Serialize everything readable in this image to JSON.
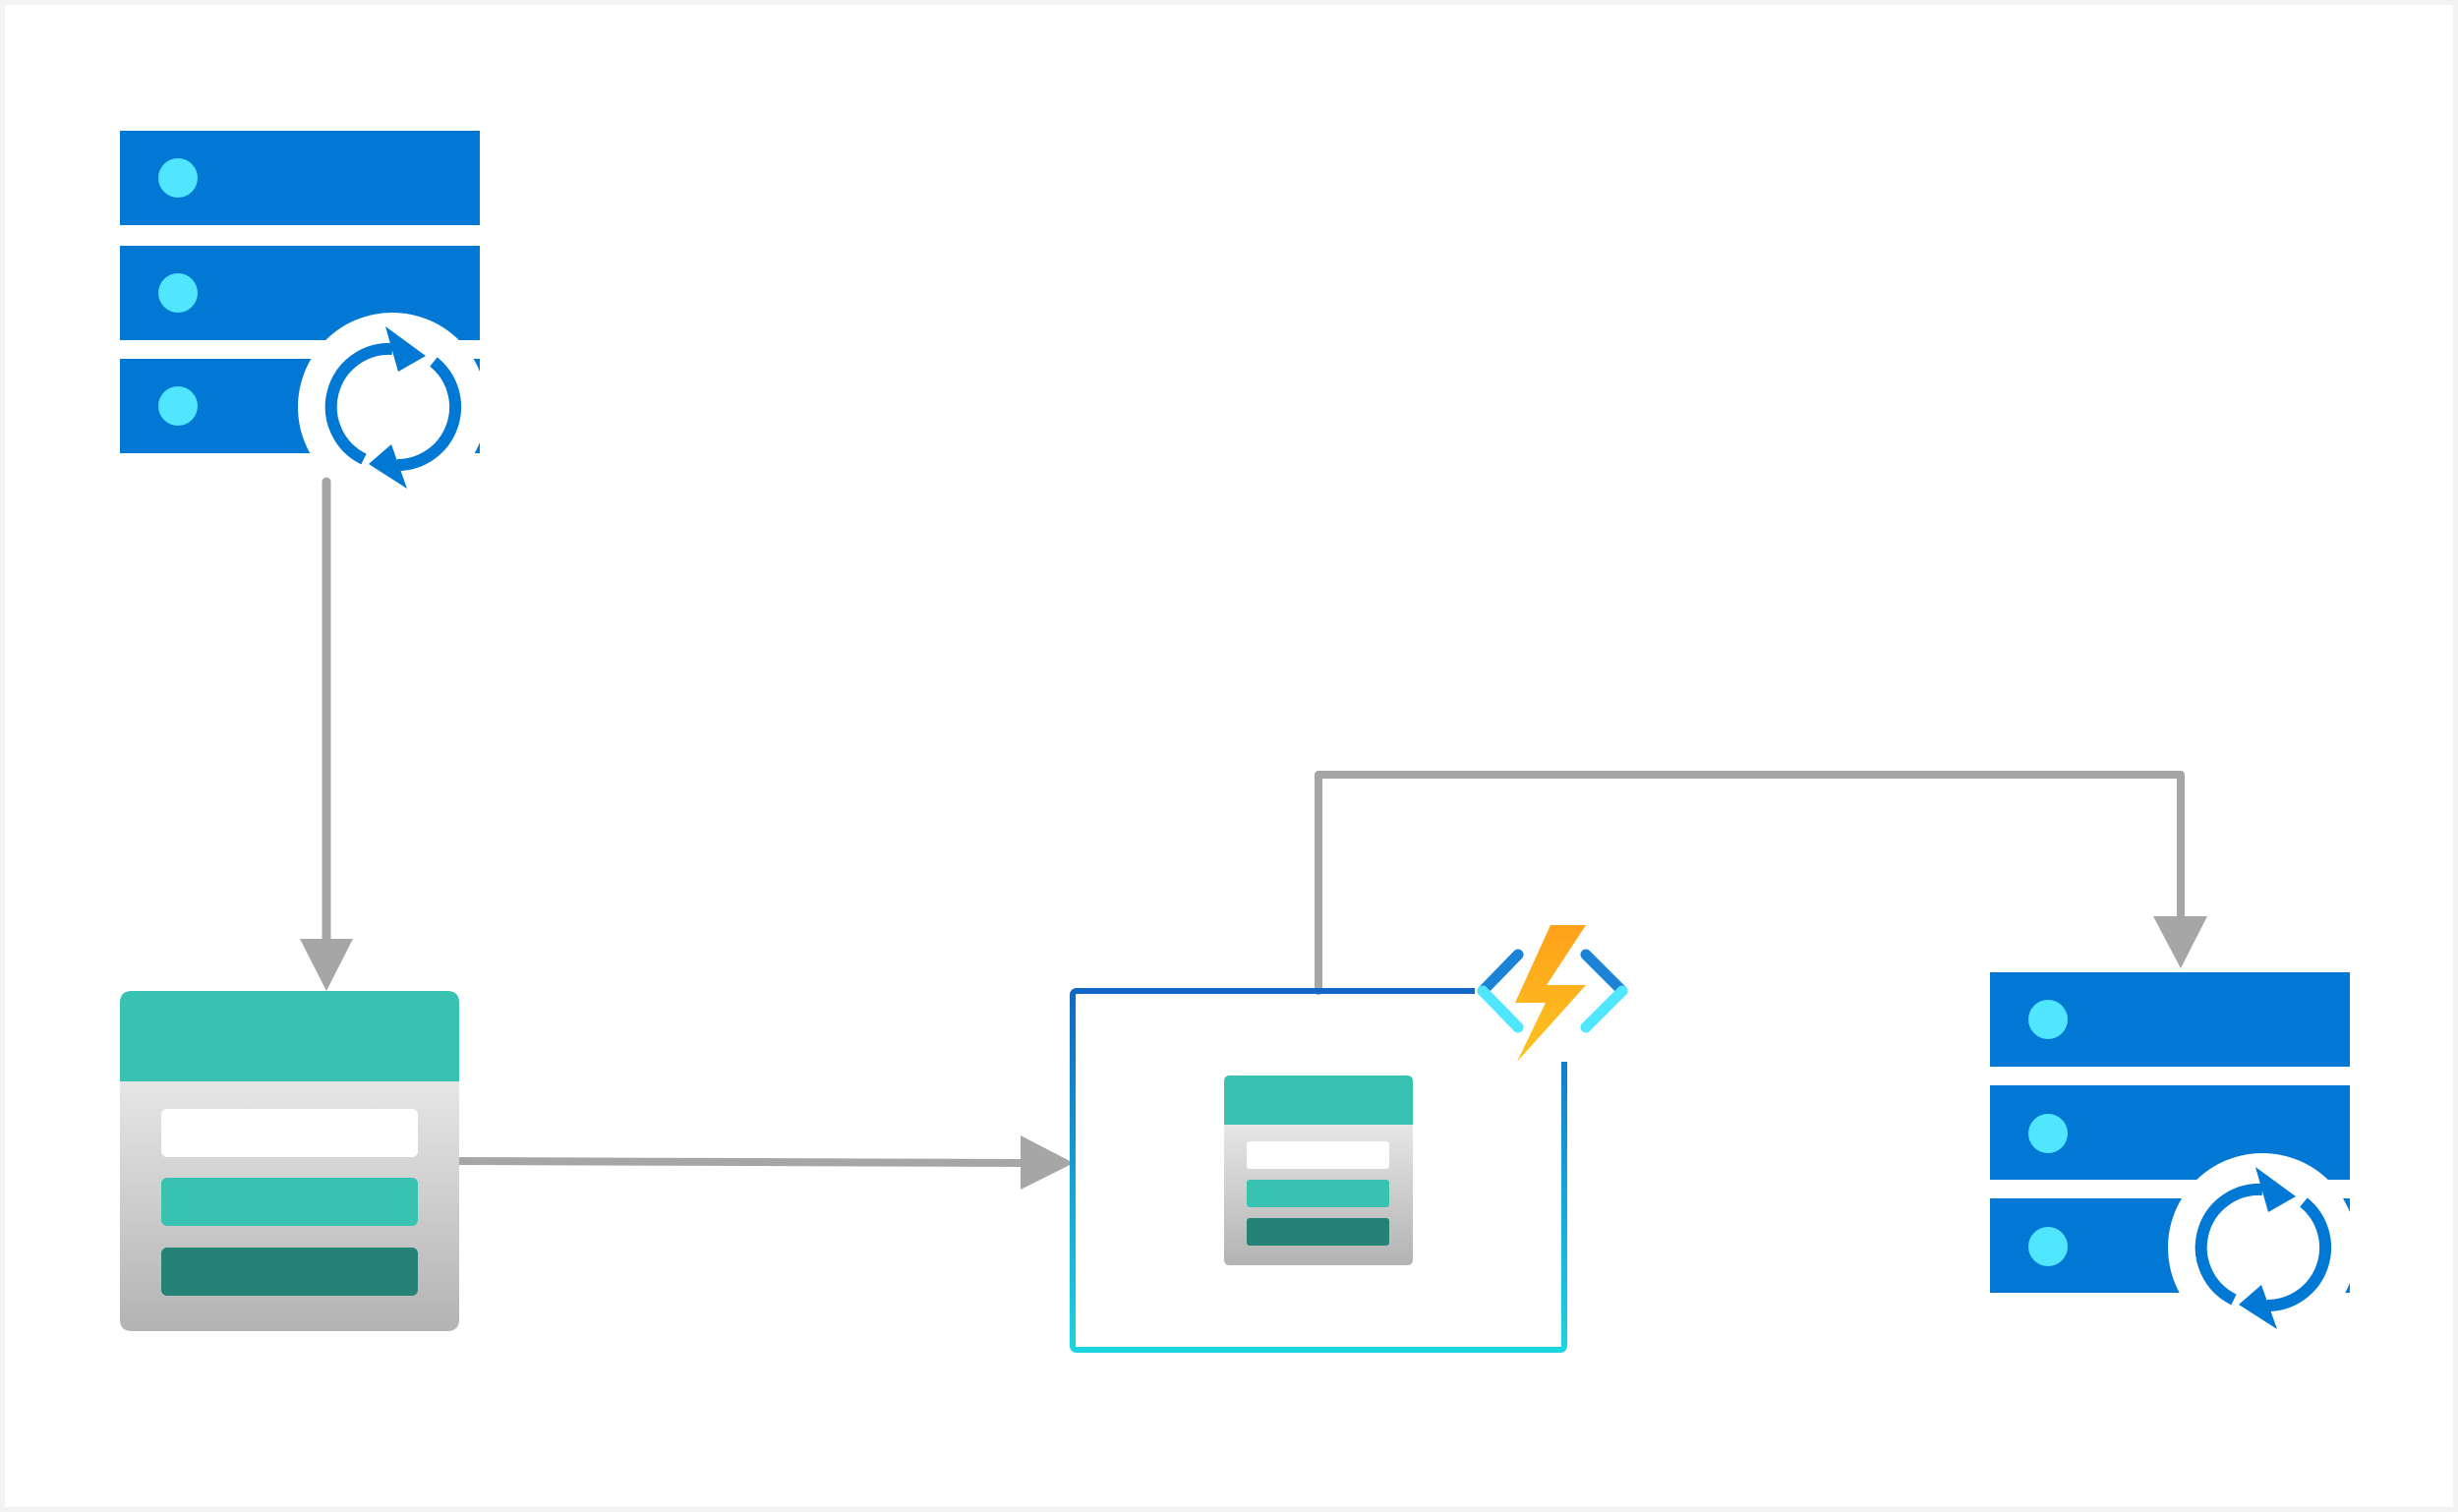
{
  "diagram": {
    "nodes": [
      {
        "id": "source-database",
        "icon": "sql-database-sync-icon"
      },
      {
        "id": "storage-table",
        "icon": "storage-table-icon"
      },
      {
        "id": "function-app",
        "icon": "function-app-icon",
        "contains": "storage-table-icon"
      },
      {
        "id": "target-database",
        "icon": "sql-database-sync-icon"
      }
    ],
    "edges": [
      {
        "from": "source-database",
        "to": "storage-table"
      },
      {
        "from": "storage-table",
        "to": "function-app"
      },
      {
        "from": "function-app",
        "to": "target-database"
      }
    ],
    "colors": {
      "background": "#ffffff",
      "frame": "#f3f3f3",
      "database_blue": "#0078d4",
      "database_dot": "#50e6ff",
      "table_header": "#37c2b1",
      "table_row_mid": "#37c2b1",
      "table_row_dark": "#258277",
      "table_row_light": "#ffffff",
      "table_body_top": "#e6e6e6",
      "table_body_bottom": "#b3b3b3",
      "container_top": "#1068c4",
      "container_bottom": "#1bd4e0",
      "connector": "#a6a6a6",
      "bolt": "#fcc31f",
      "bracket_dark": "#1c82d6",
      "bracket_light": "#50e6ff"
    }
  }
}
